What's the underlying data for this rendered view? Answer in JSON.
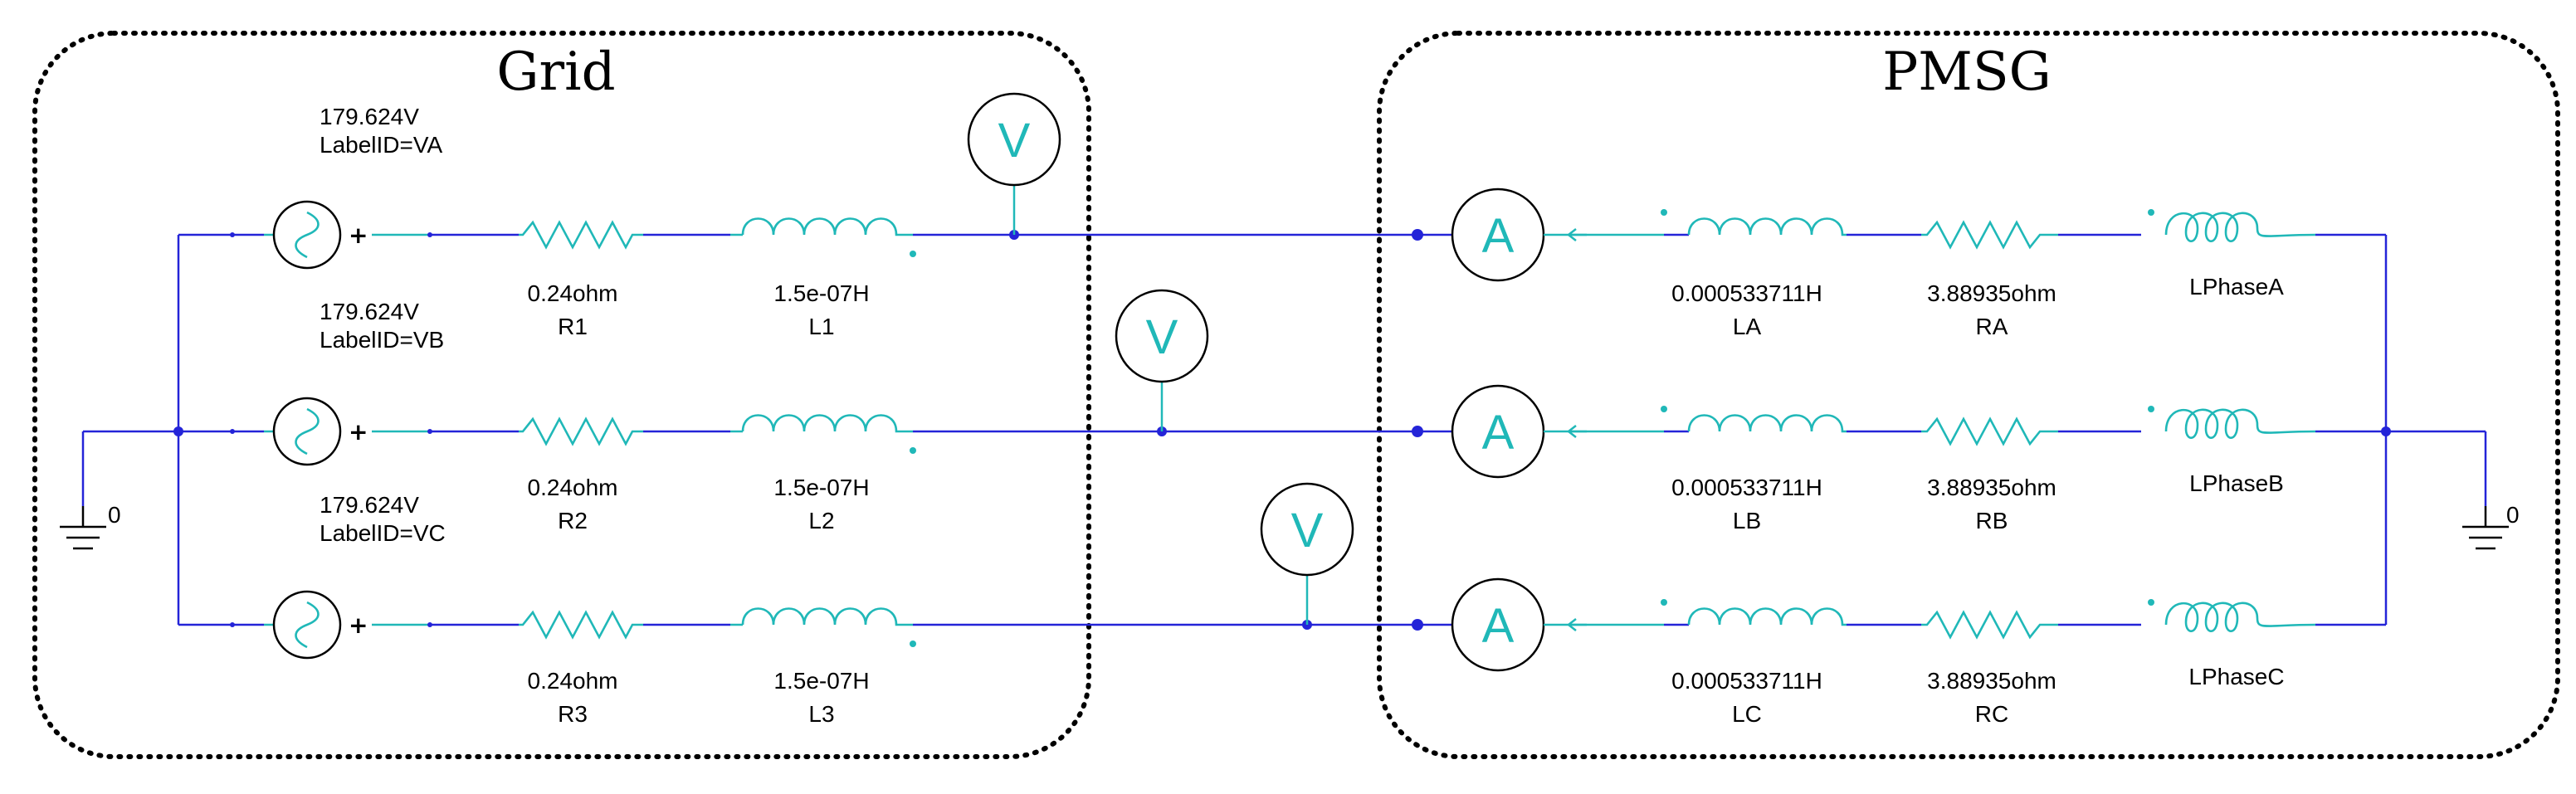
{
  "groups": {
    "grid": {
      "title": "Grid"
    },
    "pmsg": {
      "title": "PMSG"
    }
  },
  "grid": {
    "sources": [
      {
        "value": "179.624V",
        "label": "LabelID=VA"
      },
      {
        "value": "179.624V",
        "label": "LabelID=VB"
      },
      {
        "value": "179.624V",
        "label": "LabelID=VC"
      }
    ],
    "resistors": [
      {
        "value": "0.24ohm",
        "name": "R1"
      },
      {
        "value": "0.24ohm",
        "name": "R2"
      },
      {
        "value": "0.24ohm",
        "name": "R3"
      }
    ],
    "inductors": [
      {
        "value": "1.5e-07H",
        "name": "L1"
      },
      {
        "value": "1.5e-07H",
        "name": "L2"
      },
      {
        "value": "1.5e-07H",
        "name": "L3"
      }
    ],
    "voltmeter_symbol": "V",
    "ground_label": "0"
  },
  "pmsg": {
    "ammeter_symbol": "A",
    "inductors": [
      {
        "value": "0.000533711H",
        "name": "LA"
      },
      {
        "value": "0.000533711H",
        "name": "LB"
      },
      {
        "value": "0.000533711H",
        "name": "LC"
      }
    ],
    "resistors": [
      {
        "value": "3.88935ohm",
        "name": "RA"
      },
      {
        "value": "3.88935ohm",
        "name": "RB"
      },
      {
        "value": "3.88935ohm",
        "name": "RC"
      }
    ],
    "windings": [
      {
        "name": "LPhaseA"
      },
      {
        "name": "LPhaseB"
      },
      {
        "name": "LPhaseC"
      }
    ],
    "ground_label": "0"
  },
  "colors": {
    "wire": "#2424d8",
    "component": "#20b8b8",
    "outline": "#000000"
  }
}
